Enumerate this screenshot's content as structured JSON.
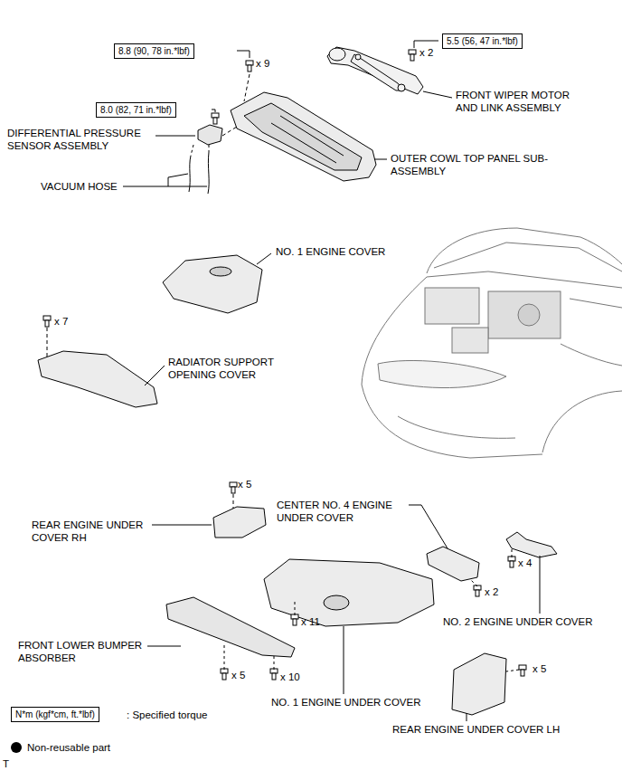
{
  "diagram": {
    "nodes": [
      {
        "text": [
          "8.8 (90, 78 in.*lbf)"
        ]
      },
      {
        "text": [
          "5.5 (56, 47 in.*lbf)"
        ]
      },
      {
        "text": [
          "8.0 (82, 71 in.*lbf)"
        ]
      },
      {
        "text": [
          "N*m (kgf*cm, ft.*lbf)"
        ]
      }
    ],
    "labels": [
      "x 9",
      "x 2",
      "FRONT WIPER MOTOR AND LINK ASSEMBLY",
      "DIFFERENTIAL PRESSURE SENSOR ASSEMBLY",
      "OUTER COWL TOP PANEL SUB-ASSEMBLY",
      "VACUUM HOSE",
      "NO. 1 ENGINE COVER",
      "x 7",
      "RADIATOR SUPPORT OPENING COVER",
      "x 5",
      "REAR ENGINE UNDER COVER RH",
      "CENTER NO. 4 ENGINE UNDER COVER",
      "x 4",
      "x 2",
      "x 11",
      "NO. 2 ENGINE UNDER COVER",
      "FRONT LOWER BUMPER ABSORBER",
      "x 5",
      "x 10",
      "NO. 1 ENGINE UNDER COVER",
      "x 5",
      "REAR ENGINE UNDER COVER LH",
      "T"
    ],
    "legend": [
      {
        "text": ": Specified torque"
      },
      {
        "text": "Non-reusable part",
        "color": "#000000"
      }
    ]
  }
}
